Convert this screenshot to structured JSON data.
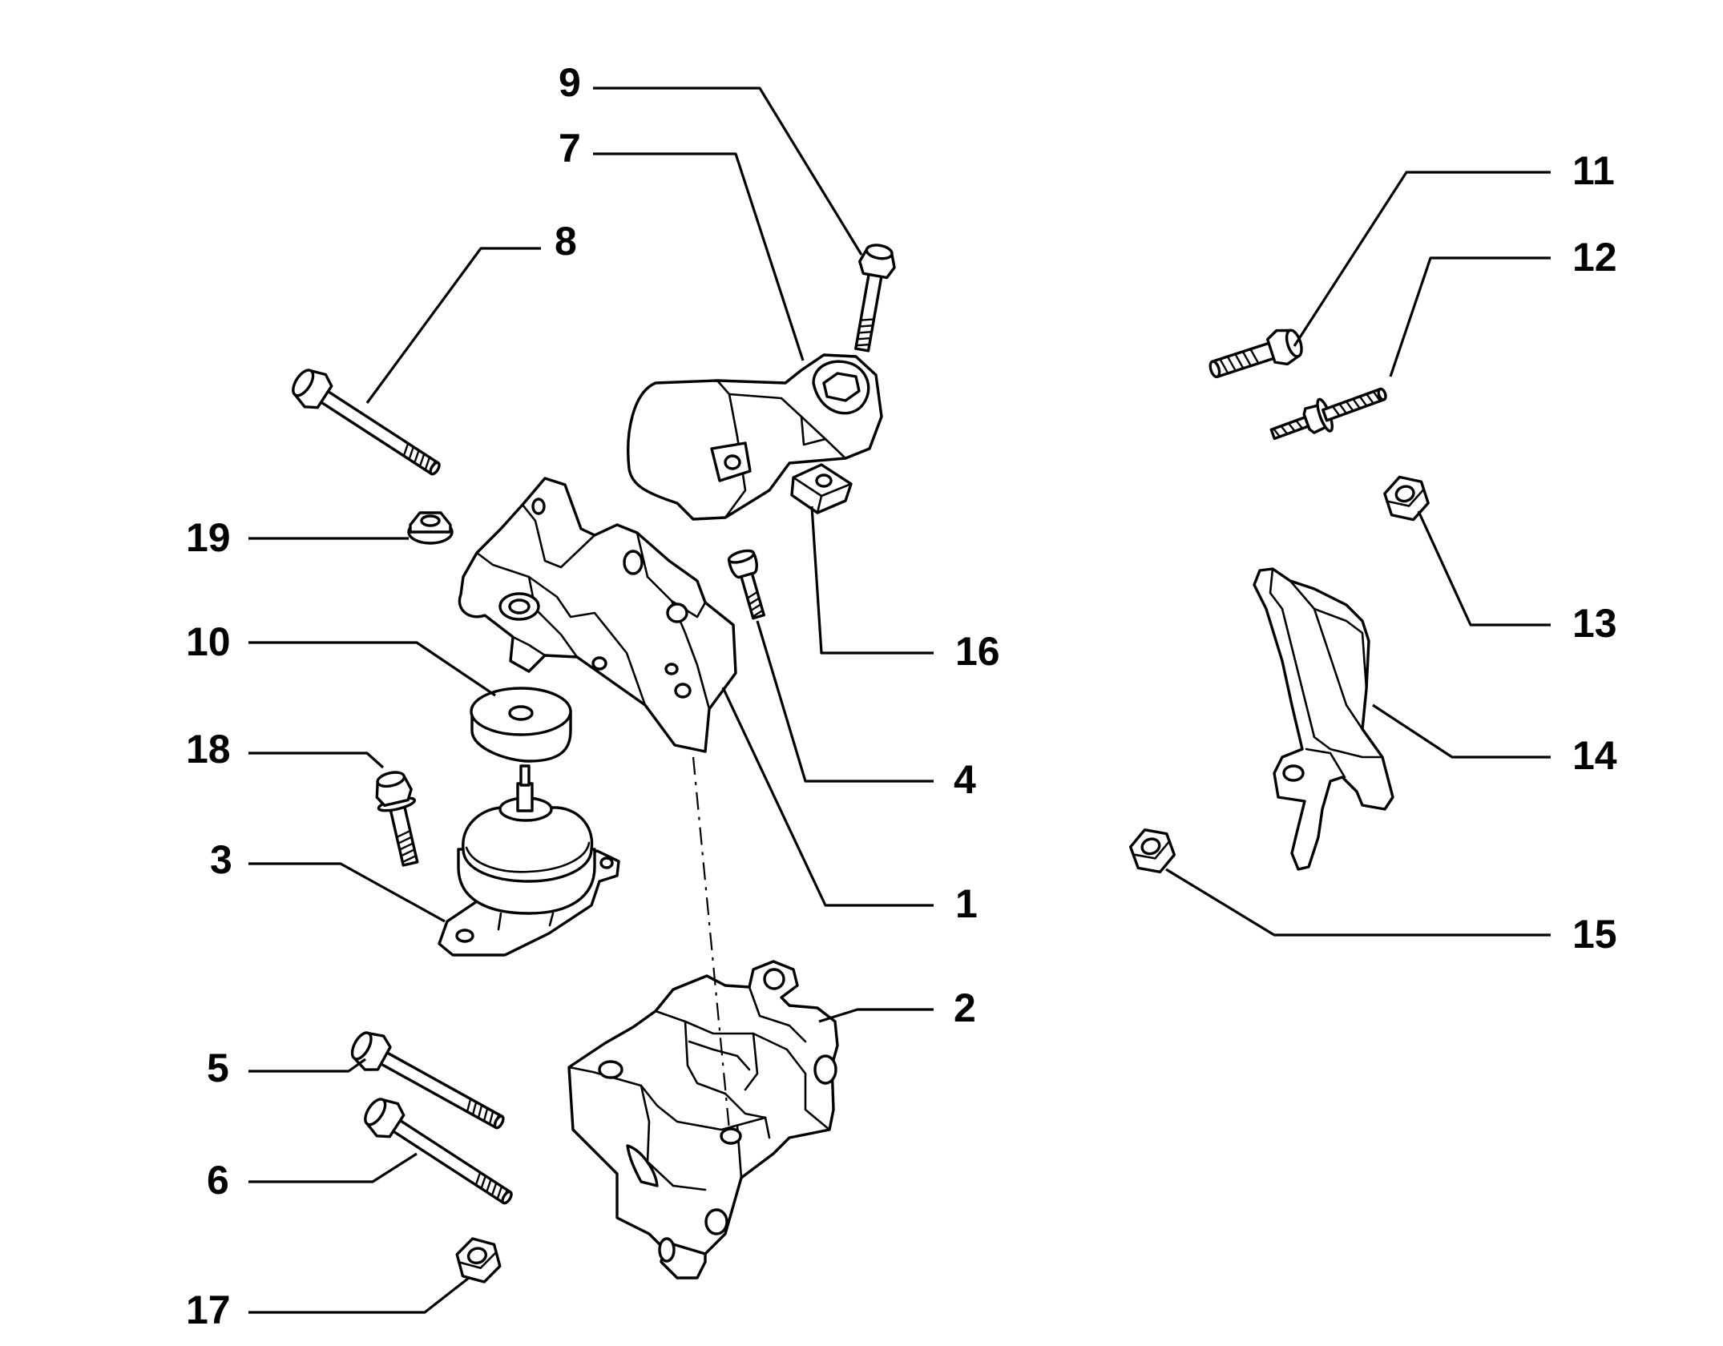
{
  "diagram": {
    "labels": [
      "1",
      "2",
      "3",
      "4",
      "5",
      "6",
      "7",
      "8",
      "9",
      "10",
      "11",
      "12",
      "13",
      "14",
      "15",
      "16",
      "17",
      "18",
      "19"
    ]
  }
}
